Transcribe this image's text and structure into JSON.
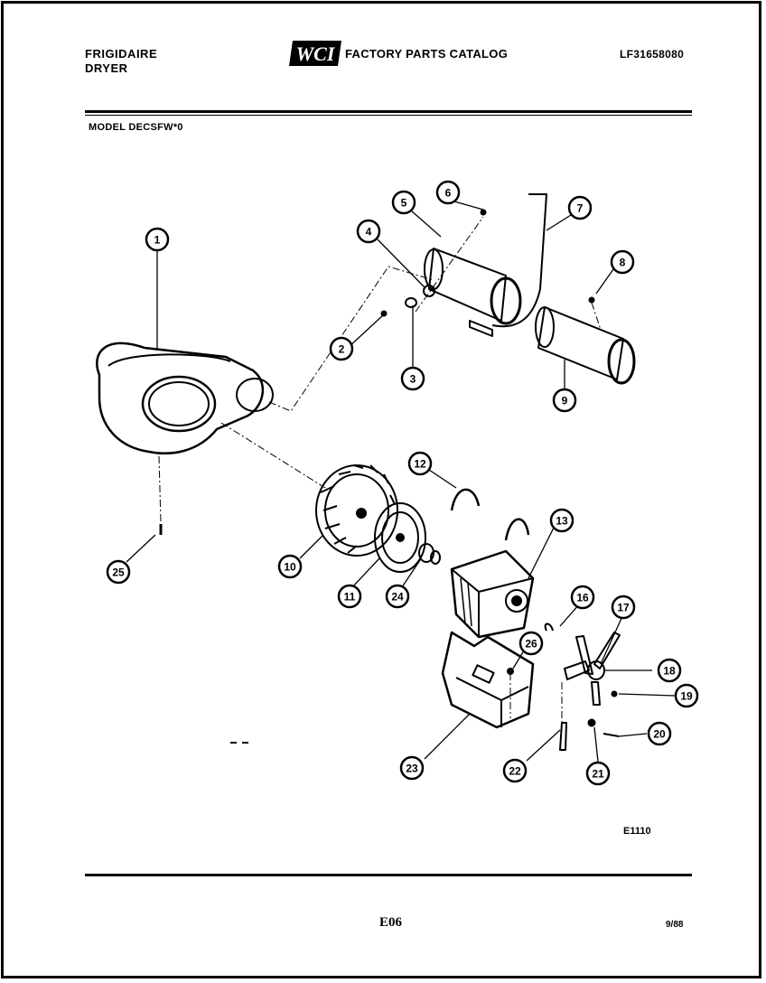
{
  "header": {
    "brand_line1": "FRIGIDAIRE",
    "brand_line2": "DRYER",
    "logo_text": "WCI",
    "catalog_title": "FACTORY PARTS CATALOG",
    "document_number": "LF31658080"
  },
  "model": "MODEL DECSFW*0",
  "figure_code": "E1110",
  "page_number": "E06",
  "date": "9/88",
  "callouts": [
    {
      "n": "1"
    },
    {
      "n": "2"
    },
    {
      "n": "3"
    },
    {
      "n": "4"
    },
    {
      "n": "5"
    },
    {
      "n": "6"
    },
    {
      "n": "7"
    },
    {
      "n": "8"
    },
    {
      "n": "9"
    },
    {
      "n": "10"
    },
    {
      "n": "11"
    },
    {
      "n": "12"
    },
    {
      "n": "13"
    },
    {
      "n": "16"
    },
    {
      "n": "17"
    },
    {
      "n": "18"
    },
    {
      "n": "19"
    },
    {
      "n": "20"
    },
    {
      "n": "21"
    },
    {
      "n": "22"
    },
    {
      "n": "23"
    },
    {
      "n": "24"
    },
    {
      "n": "25"
    },
    {
      "n": "26"
    }
  ]
}
